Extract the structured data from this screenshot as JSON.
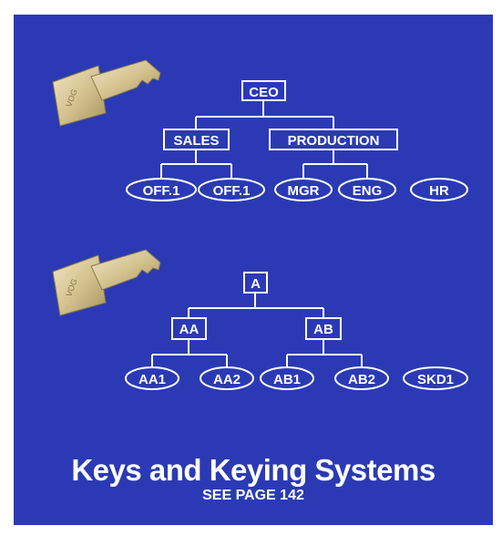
{
  "colors": {
    "background": "#2b3ab4",
    "foreground": "#ffffff",
    "key": "#d8c79a"
  },
  "diagram_top": {
    "root": "CEO",
    "level2": [
      "SALES",
      "PRODUCTION"
    ],
    "level3": [
      "OFF.1",
      "OFF.1",
      "MGR",
      "ENG",
      "HR"
    ]
  },
  "diagram_bottom": {
    "root": "A",
    "level2": [
      "AA",
      "AB"
    ],
    "level3": [
      "AA1",
      "AA2",
      "AB1",
      "AB2",
      "SKD1"
    ]
  },
  "footer": {
    "title": "Keys and Keying Systems",
    "subtitle": "SEE PAGE 142"
  },
  "icons": [
    "key-icon",
    "key-icon"
  ]
}
